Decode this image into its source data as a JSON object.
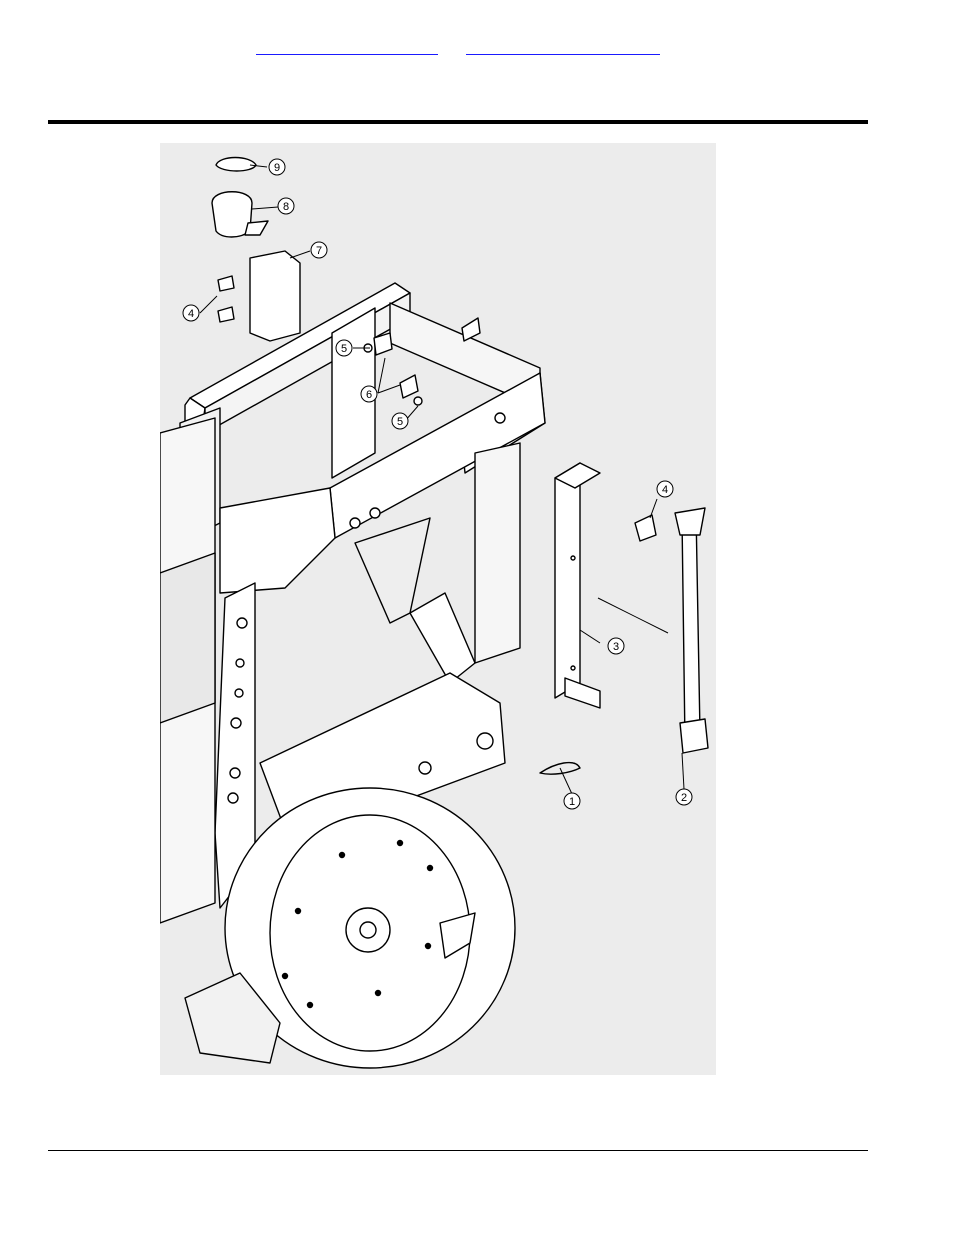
{
  "header": {
    "link_1": "",
    "link_2": ""
  },
  "figure": {
    "callouts": [
      {
        "id": "callout-9",
        "label": "9"
      },
      {
        "id": "callout-8",
        "label": "8"
      },
      {
        "id": "callout-7",
        "label": "7"
      },
      {
        "id": "callout-4a",
        "label": "4"
      },
      {
        "id": "callout-5a",
        "label": "5"
      },
      {
        "id": "callout-6",
        "label": "6"
      },
      {
        "id": "callout-5b",
        "label": "5"
      },
      {
        "id": "callout-4b",
        "label": "4"
      },
      {
        "id": "callout-3",
        "label": "3"
      },
      {
        "id": "callout-1",
        "label": "1"
      },
      {
        "id": "callout-2",
        "label": "2"
      }
    ]
  }
}
